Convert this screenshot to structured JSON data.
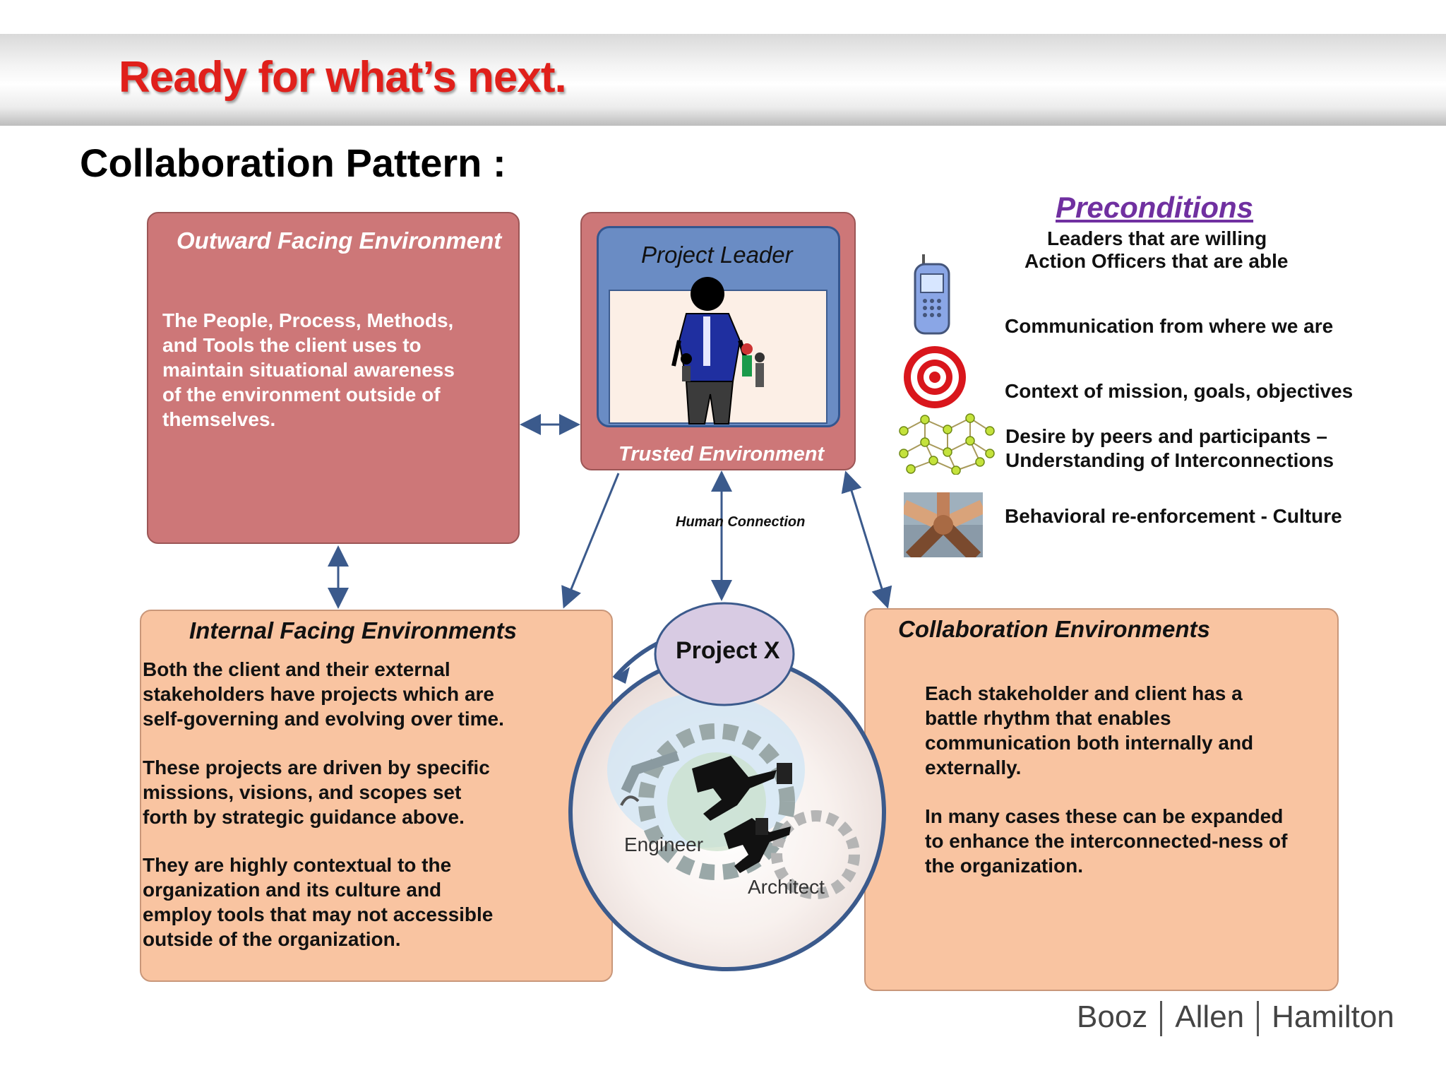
{
  "header": {
    "tagline": "Ready for what’s next.",
    "title": "Collaboration Pattern :"
  },
  "outward": {
    "title": "Outward Facing Environment",
    "lines": [
      "The People, Process, Methods,",
      "and Tools the client uses to",
      "maintain situational awareness",
      "of the environment outside of",
      "themselves."
    ]
  },
  "trusted": {
    "leader_title": "Project Leader",
    "footer": "Trusted Environment"
  },
  "connection_label": "Human Connection",
  "internal": {
    "title": "Internal Facing Environments",
    "p1": [
      "Both the client and their external",
      "stakeholders have projects which are",
      "self-governing and evolving over time."
    ],
    "p2": [
      "These projects are driven by specific",
      "missions, visions, and scopes set",
      "forth by strategic guidance above."
    ],
    "p3": [
      "They are highly contextual to the",
      "organization and its culture and",
      "employ tools that may not accessible",
      "outside of the organization."
    ]
  },
  "project": {
    "label": "Project X",
    "engineer": "Engineer",
    "architect": "Architect"
  },
  "collab": {
    "title": "Collaboration Environments",
    "p1": [
      "Each stakeholder and client has a",
      "battle rhythm that enables",
      "communication both internally and",
      "externally."
    ],
    "p2": [
      "In many cases these can be expanded",
      "to enhance the interconnected-ness of",
      "the organization."
    ]
  },
  "preconditions": {
    "title": "Preconditions",
    "line1": "Leaders that are willing",
    "line2": "Action Officers that are able",
    "items": [
      {
        "icon": "cell-phone-icon",
        "label": "Communication from where we are"
      },
      {
        "icon": "target-icon",
        "label": "Context of mission, goals, objectives"
      },
      {
        "icon": "network-icon",
        "label1": "Desire by peers and participants –",
        "label2": "Understanding of Interconnections"
      },
      {
        "icon": "joined-hands-icon",
        "label": "Behavioral re-enforcement - Culture"
      }
    ]
  },
  "logo": {
    "part1": "Booz",
    "part2": "Allen",
    "part3": "Hamilton"
  },
  "colors": {
    "tagline": "#e0201b",
    "outward_box": "#cd7778",
    "leader_box": "#6a8cc4",
    "peach_box": "#f9c4a1",
    "precond_title": "#7030a0",
    "arrow": "#3b5a8c"
  }
}
